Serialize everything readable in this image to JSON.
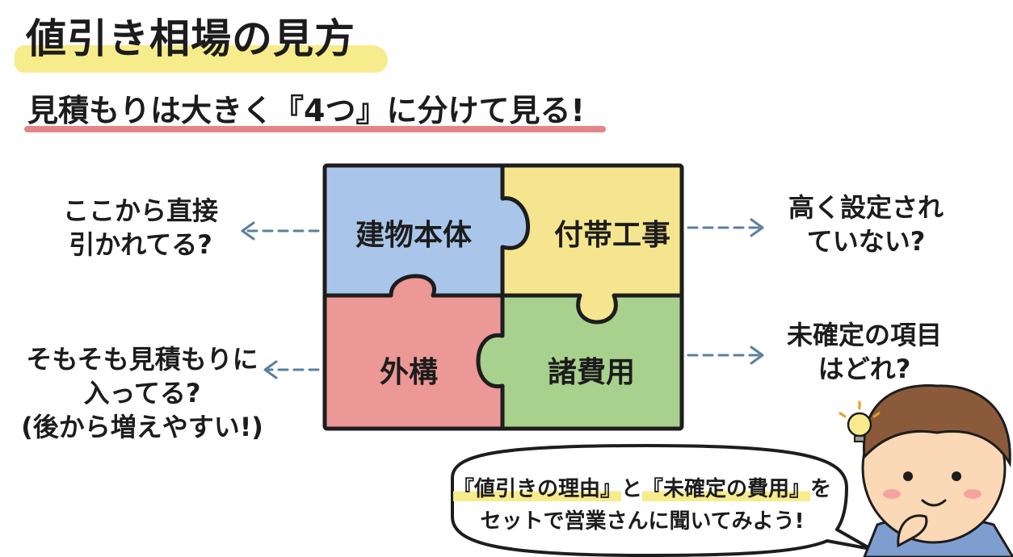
{
  "title": "値引き相場の見方",
  "subtitle": "見積もりは大きく『4つ』に分けて見る!",
  "pieces": {
    "top_left": {
      "label": "建物本体",
      "color": "#a9c6ea"
    },
    "top_right": {
      "label": "付帯工事",
      "color": "#f5e58e"
    },
    "bottom_left": {
      "label": "外構",
      "color": "#ec9896"
    },
    "bottom_right": {
      "label": "諸費用",
      "color": "#a9d18e"
    }
  },
  "notes": {
    "top_left": {
      "line1": "ここから直接",
      "line2": "引かれてる?"
    },
    "top_right": {
      "line1": "高く設定され",
      "line2": "ていない?"
    },
    "bottom_left": {
      "line1": "そもそも見積もりに",
      "line2": "入ってる?",
      "line3": "(後から増えやすい!)"
    },
    "bottom_right": {
      "line1": "未確定の項目",
      "line2": "はどれ?"
    }
  },
  "bubble": {
    "line1_part1": "『値引きの理由』",
    "line1_part2": "と",
    "line1_part3": "『未確定の費用』",
    "line1_part4": "を",
    "line2": "セットで営業さんに聞いてみよう!"
  },
  "colors": {
    "arrow": "#5b7fa0",
    "highlight": "#f7ec8c",
    "underline": "#e48589"
  }
}
